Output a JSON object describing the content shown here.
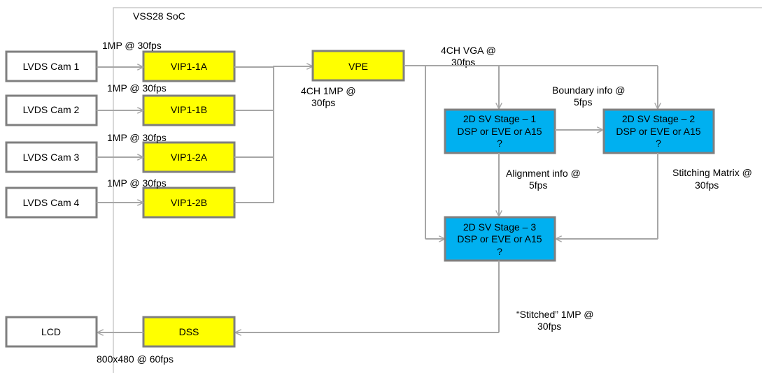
{
  "soc_title": "VSS28 SoC",
  "colors": {
    "camera_fill": "#ffffff",
    "yellow_block": "#ffff00",
    "blue_block": "#00b0f0",
    "block_border": "#7f7f7f",
    "wire": "#a6a6a6"
  },
  "cameras": [
    {
      "label": "LVDS Cam 1"
    },
    {
      "label": "LVDS Cam 2"
    },
    {
      "label": "LVDS Cam  3"
    },
    {
      "label": "LVDS Cam  4"
    }
  ],
  "vip": [
    {
      "label": "VIP1-1A",
      "rate": "1MP @ 30fps"
    },
    {
      "label": "VIP1-1B",
      "rate": "1MP @ 30fps"
    },
    {
      "label": "VIP1-2A",
      "rate": "1MP @ 30fps"
    },
    {
      "label": "VIP1-2B",
      "rate": "1MP @ 30fps"
    }
  ],
  "vpe": {
    "label": "VPE",
    "in_rate_line1": "4CH 1MP @",
    "in_rate_line2": "30fps",
    "out_rate_line1": "4CH VGA @",
    "out_rate_line2": "30fps"
  },
  "stages": [
    {
      "line1": "2D SV Stage – 1",
      "line2": "DSP or EVE or A15",
      "line3": "?"
    },
    {
      "line1": "2D SV Stage – 2",
      "line2": "DSP or EVE or A15",
      "line3": "?"
    },
    {
      "line1": "2D SV Stage – 3",
      "line2": "DSP or EVE or A15",
      "line3": "?"
    }
  ],
  "links": {
    "boundary_line1": "Boundary info @",
    "boundary_line2": "5fps",
    "alignment_line1": "Alignment  info @",
    "alignment_line2": "5fps",
    "stitching_line1": "Stitching Matrix @",
    "stitching_line2": "30fps",
    "stitched_line1": "“Stitched” 1MP @",
    "stitched_line2": "30fps"
  },
  "dss": {
    "label": "DSS"
  },
  "lcd": {
    "label": "LCD",
    "rate": "800x480 @ 60fps"
  }
}
